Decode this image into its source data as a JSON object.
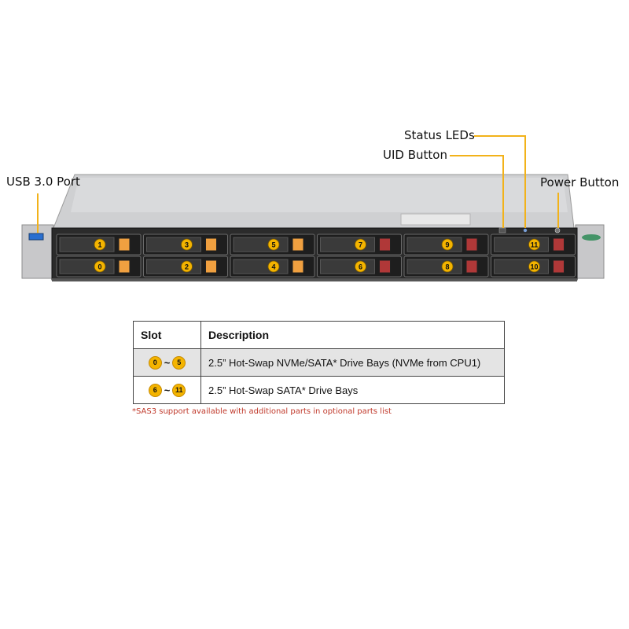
{
  "callouts": {
    "usb": "USB 3.0 Port",
    "uid": "UID Button",
    "status_leds": "Status LEDs",
    "power": "Power Button"
  },
  "bays": {
    "top_row": [
      "1",
      "3",
      "5",
      "7",
      "9",
      "11"
    ],
    "bottom_row": [
      "0",
      "2",
      "4",
      "6",
      "8",
      "10"
    ]
  },
  "colors": {
    "nvme_tab": "#f0a040",
    "sata_tab": "#b03838",
    "callout_line": "#f2b21a",
    "badge": "#f4b400"
  },
  "table": {
    "headers": [
      "Slot",
      "Description"
    ],
    "rows": [
      {
        "from": "0",
        "sep": "~",
        "to": "5",
        "description": "2.5” Hot-Swap NVMe/SATA* Drive Bays (NVMe from CPU1)"
      },
      {
        "from": "6",
        "sep": "~",
        "to": "11",
        "description": "2.5” Hot-Swap SATA* Drive Bays"
      }
    ]
  },
  "footnote": "*SAS3 support available with additional parts in optional parts list"
}
